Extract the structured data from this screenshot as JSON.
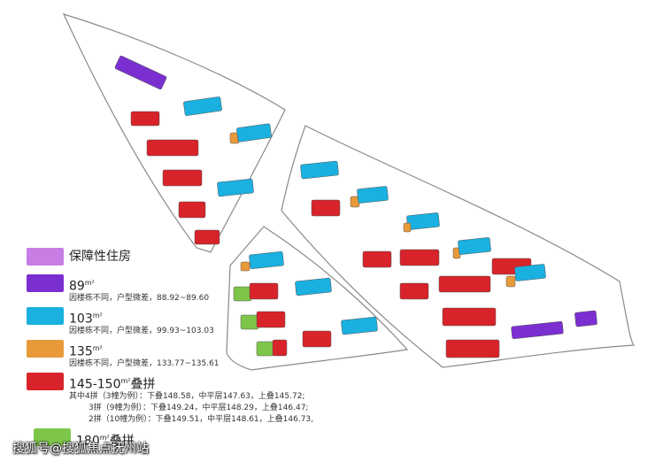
{
  "colors": {
    "affordable": "#c77de3",
    "u89": "#7b2fd1",
    "u103": "#1ab0e0",
    "u135": "#e89a3a",
    "u145": "#d8232a",
    "u180": "#7ec64a",
    "outline": "#8a8a8a"
  },
  "legend": {
    "affordable_label": "保障性住房",
    "u89_label": "89",
    "u89_sup": "m²",
    "u89_note": "因楼栋不同，户型微差，88.92~89.60",
    "u103_label": "103",
    "u103_sup": "m²",
    "u103_note": "因楼栋不同，户型微差，99.93~103.03",
    "u135_label": "135",
    "u135_sup": "m²",
    "u135_note": "因楼栋不同，户型微差，133.77~135.61",
    "u145_label": "145-150",
    "u145_sup": "m²",
    "u145_suffix": "叠拼",
    "u145_notes": [
      "其中4拼（3幢为例）：下叠148.58，中平层147.63，上叠145.72;",
      "3拼（9幢为例）：下叠149.24，中平层148.29，上叠146.47;",
      "2拼（10幢为例）：下叠149.51，中平层148.61，上叠146.73,"
    ],
    "u180_label": "180",
    "u180_sup": "m²",
    "u180_suffix": "叠拼"
  },
  "watermark": "搜狐号@搜狐焦点抚州站"
}
